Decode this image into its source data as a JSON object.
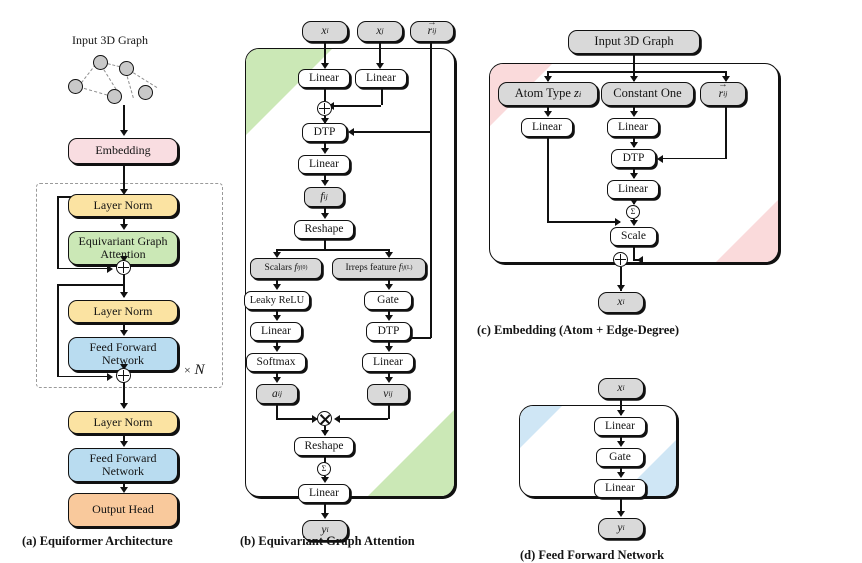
{
  "figure": {
    "title": "Equiformer architecture overview",
    "panels": [
      {
        "id": "a",
        "caption": "(a) Equiformer Architecture"
      },
      {
        "id": "b",
        "caption": "(b) Equivariant Graph Attention"
      },
      {
        "id": "c",
        "caption": "(c) Embedding (Atom + Edge-Degree)"
      },
      {
        "id": "d",
        "caption": "(d) Feed Forward Network"
      }
    ]
  },
  "colors": {
    "pink": "#f9dde1",
    "yellow": "#fbe3a2",
    "green": "#cbe8b6",
    "blue": "#b9dcf0",
    "orange": "#f9c99c",
    "gray": "#d9d9d9",
    "outline": "#111111",
    "dashed": "#9a9a9a"
  },
  "panel_a": {
    "caption": "(a) Equiformer Architecture",
    "input_label": "Input 3D Graph",
    "repeat_label": "N",
    "repeat_times_symbol": "×",
    "blocks": [
      {
        "label": "Embedding",
        "color": "pink"
      },
      {
        "label": "Layer Norm",
        "color": "yellow"
      },
      {
        "label": "Equivariant Graph Attention",
        "color": "green"
      },
      {
        "label": "Layer Norm",
        "color": "yellow"
      },
      {
        "label": "Feed Forward Network",
        "color": "blue"
      },
      {
        "label": "Layer Norm",
        "color": "yellow"
      },
      {
        "label": "Feed Forward Network",
        "color": "blue"
      },
      {
        "label": "Output Head",
        "color": "orange"
      }
    ],
    "operators": [
      "⊕",
      "⊕"
    ]
  },
  "panel_b": {
    "caption": "(b) Equivariant Graph Attention",
    "inputs": [
      {
        "label": "x_i",
        "html": "<span class='it'>x</span><sub class='it'>i</sub>"
      },
      {
        "label": "x_j",
        "html": "<span class='it'>x</span><sub class='it'>j</sub>"
      },
      {
        "label": "r_ij",
        "html": "<span class='vec'>r</span><sub class='it'>ij</sub>"
      }
    ],
    "nodes": [
      {
        "label": "Linear"
      },
      {
        "label": "Linear"
      },
      {
        "label": "⊕",
        "type": "op"
      },
      {
        "label": "DTP"
      },
      {
        "label": "Linear"
      },
      {
        "label": "f_ij",
        "html": "<span class='it'>f</span><sub class='it'>ij</sub>",
        "type": "gray"
      },
      {
        "label": "Reshape"
      },
      {
        "label": "Scalars f_ij^(0)",
        "type": "gray"
      },
      {
        "label": "Irreps feature f_ij^(L)",
        "type": "gray"
      },
      {
        "label": "Leaky ReLU"
      },
      {
        "label": "Gate"
      },
      {
        "label": "Linear"
      },
      {
        "label": "DTP"
      },
      {
        "label": "Softmax"
      },
      {
        "label": "Linear"
      },
      {
        "label": "a_ij",
        "type": "gray"
      },
      {
        "label": "v_ij",
        "type": "gray"
      },
      {
        "label": "⊗",
        "type": "op"
      },
      {
        "label": "Reshape"
      },
      {
        "label": "Σ",
        "type": "op"
      },
      {
        "label": "Linear"
      }
    ],
    "output": {
      "label": "y_i",
      "html": "<span class='it'>y</span><sub class='it'>i</sub>"
    },
    "accent": "green"
  },
  "panel_c": {
    "caption": "(c) Embedding (Atom + Edge-Degree)",
    "input_label": "Input 3D Graph",
    "branches": [
      {
        "label": "Atom Type z_i"
      },
      {
        "label": "Constant One"
      },
      {
        "label": "r_ij"
      }
    ],
    "nodes": [
      "Linear",
      "Linear",
      "DTP",
      "Linear",
      "Σ",
      "Scale",
      "⊕"
    ],
    "output": {
      "label": "x_i"
    },
    "accent": "pink"
  },
  "panel_d": {
    "caption": "(d) Feed Forward Network",
    "input": {
      "label": "x_i"
    },
    "nodes": [
      "Linear",
      "Gate",
      "Linear"
    ],
    "output": {
      "label": "y_i"
    },
    "accent": "blue"
  }
}
